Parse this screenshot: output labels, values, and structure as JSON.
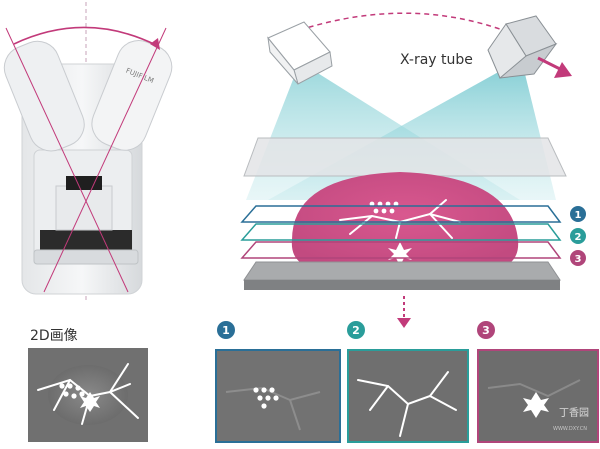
{
  "labels": {
    "tube_label": "X-ray tube",
    "two_d_label": "2D画像",
    "layer_1": "1",
    "layer_2": "2",
    "layer_3": "3",
    "watermark_name": "丁香园",
    "watermark_url": "WWW.DXY.CN"
  },
  "device": {
    "brand_text": "FUJIFILM"
  },
  "colors": {
    "layer_1": "#2a6f97",
    "layer_2": "#2a9d9a",
    "layer_3": "#b0457a",
    "magenta_arc": "#c23a7a",
    "beam": "#8fd3d8",
    "tissue": "#c9497f"
  }
}
